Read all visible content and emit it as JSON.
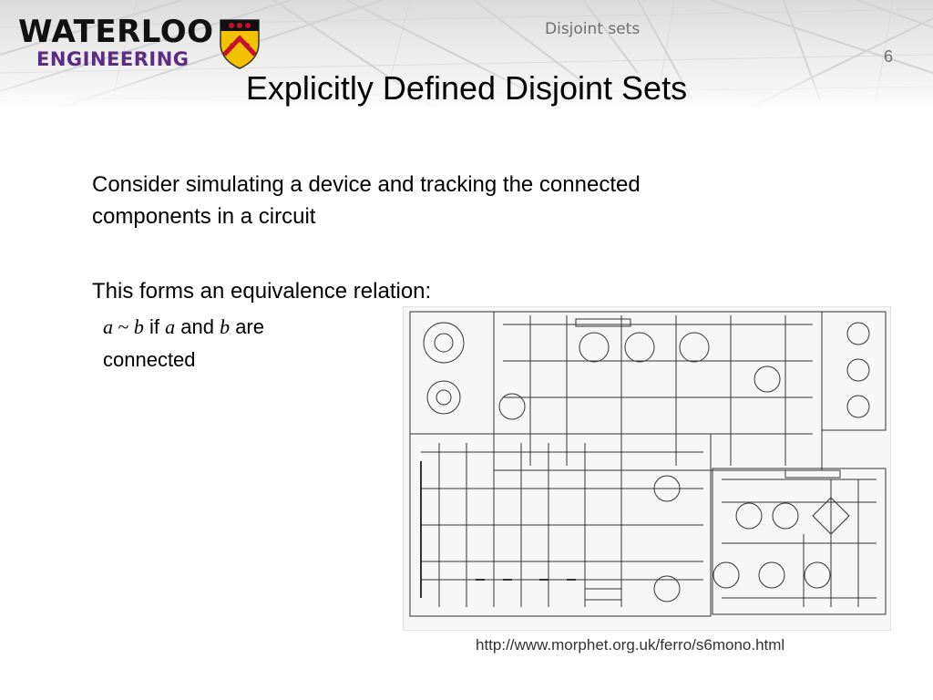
{
  "header": {
    "logo_line1": "WATERLOO",
    "logo_line2": "ENGINEERING",
    "section_title": "Disjoint sets",
    "page_number": "6",
    "brand_purple": "#5a2d82",
    "crest_gold": "#f2c200",
    "crest_red": "#c8102e"
  },
  "slide": {
    "title": "Explicitly Defined Disjoint Sets",
    "paragraph1_line1": "Consider simulating a device and tracking the connected",
    "paragraph1_line2": "components in a circuit",
    "paragraph2": "This forms an equivalence relation:",
    "relation": {
      "a": "a",
      "tilde": " ~ ",
      "b": "b",
      "if": " if ",
      "a2": "a",
      "and": " and ",
      "b2": "b",
      "are": " are",
      "connected": "connected"
    },
    "image_credit": "http://www.morphet.org.uk/ferro/s6mono.html"
  }
}
